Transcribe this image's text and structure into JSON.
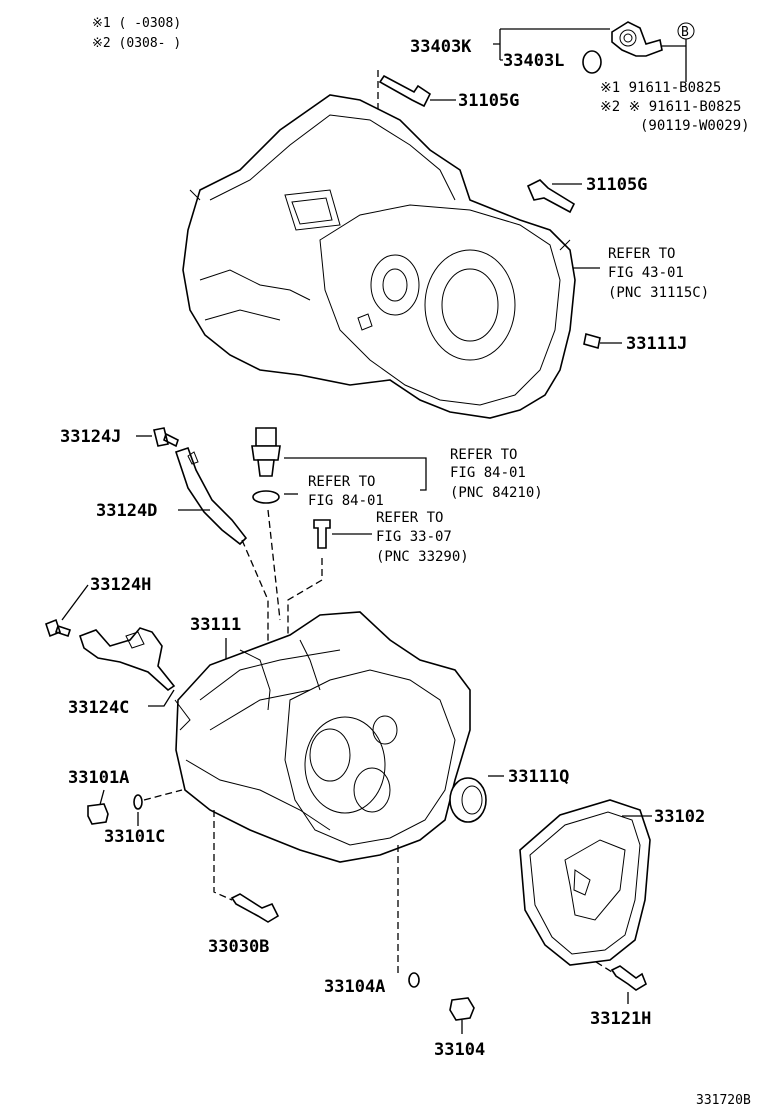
{
  "notes": {
    "note1": "※1 (     -0308)",
    "note2": "※2 (0308-     )"
  },
  "labels": {
    "p33403K": "33403K",
    "p33403L": "33403L",
    "p31105G_top": "31105G",
    "p31105G_mid": "31105G",
    "p33111J": "33111J",
    "p33124J": "33124J",
    "p33124D": "33124D",
    "p33124H": "33124H",
    "p33111": "33111",
    "p33124C": "33124C",
    "p33101A": "33101A",
    "p33101C": "33101C",
    "p33111Q": "33111Q",
    "p33102": "33102",
    "p33030B": "33030B",
    "p33104A": "33104A",
    "p33104": "33104",
    "p33121H": "33121H"
  },
  "callout_b": {
    "marker": "B",
    "line1": "※1   91611-B0825",
    "line2": "※2 ※ 91611-B0825",
    "line3": "(90119-W0029)"
  },
  "refs": {
    "ref_fig43": {
      "l1": "REFER TO",
      "l2": "FIG 43-01",
      "l3": "(PNC 31115C)"
    },
    "ref_fig84_right": {
      "l1": "REFER TO",
      "l2": "FIG 84-01",
      "l3": "(PNC 84210)"
    },
    "ref_fig84_left": {
      "l1": "REFER TO",
      "l2": "FIG 84-01"
    },
    "ref_fig33": {
      "l1": "REFER TO",
      "l2": "FIG 33-07",
      "l3": "(PNC 33290)"
    }
  },
  "figure_id": "331720B"
}
